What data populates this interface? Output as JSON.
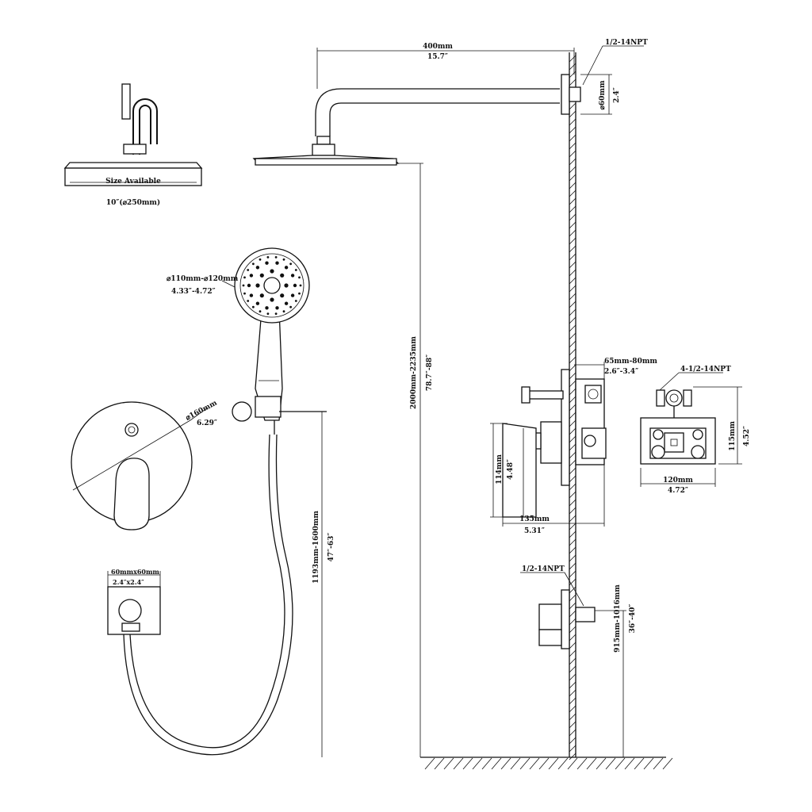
{
  "shower_head": {
    "size_caption": "Size Available",
    "size_value": "10″(⌀250mm)"
  },
  "arm": {
    "length_mm": "400mm",
    "length_in": "15.7″",
    "thread": "1/2-14NPT",
    "flange_mm": "⌀60mm",
    "flange_in": "2.4″"
  },
  "head_height": {
    "mm": "2000mm-2235mm",
    "in": "78.7″-88″"
  },
  "hand_shower": {
    "dia_mm": "⌀110mm-⌀120mm",
    "dia_in": "4.33″-4.72″"
  },
  "slide_height": {
    "mm": "1193mm-1600mm",
    "in": "47″-63″"
  },
  "trim_plate": {
    "dia_mm": "⌀160mm",
    "dia_in": "6.29″"
  },
  "outlet_elbow": {
    "size_mm": "60mmx60mm",
    "size_in": "2.4″x2.4″"
  },
  "valve_side": {
    "depth_mm": "65mm-80mm",
    "depth_in": "2.6″-3.4″",
    "height_mm": "114mm",
    "height_in": "4.48″",
    "projection_mm": "135mm",
    "projection_in": "5.31″"
  },
  "valve_body": {
    "thread": "4-1/2-14NPT",
    "width_mm": "120mm",
    "width_in": "4.72″",
    "height_mm": "115mm",
    "height_in": "4.52″"
  },
  "outlet_side": {
    "thread": "1/2-14NPT",
    "height_mm": "915mm-1016mm",
    "height_in": "36″-40″"
  }
}
